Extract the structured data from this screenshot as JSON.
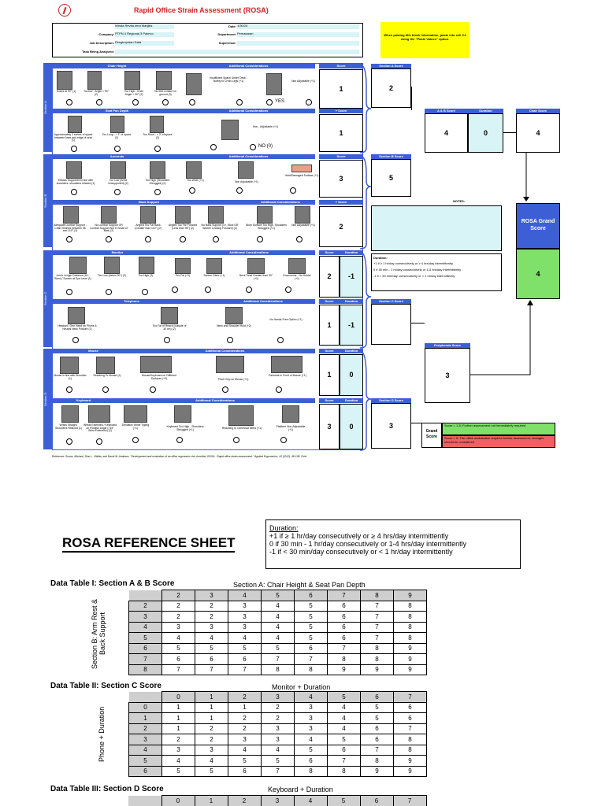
{
  "doc": {
    "title": "Rapid Office Strain Assessment (ROSA)",
    "reference": "Reference: Sonne, Michael, Dino L. Villalta, and David M. Andrews. \"Development and evaluation of an office ergonomic risk checklist: ROSA - Rapid office strain assessment.\" Applied Ergonomics, 43 (2012): 98-108. Print."
  },
  "info": {
    "evaluator_label": "Evaluator:",
    "evaluator": "Winda Revita Imut Manjiks",
    "company_label": "Company:",
    "company": "PTPN 4 Regional 3 Palmco",
    "job_label": "Job Description:",
    "job": "Pengimputan Data",
    "task_label": "Task Being Analyzed:",
    "task": "",
    "date_label": "Date:",
    "date": "1/30/24",
    "department_label": "Department:",
    "department": "Pemasaran",
    "supervisor_label": "Supervisor:",
    "supervisor": ""
  },
  "note": "When pasting title block information, paste into cell C4 using the \"Paste Values\" option.",
  "sections": {
    "a": "Section A",
    "b": "Section B",
    "c": "Section C",
    "d": "Section D"
  },
  "headers": {
    "chair_height": "Chair Height",
    "seat_pan": "Seat Pan Depth",
    "armrests": "Armrests",
    "back_support": "Back Support",
    "monitor": "Monitor",
    "telephone": "Telephone",
    "mouse": "Mouse",
    "keyboard": "Keyboard",
    "add": "Additional Considerations",
    "score": "Score",
    "plus_score": "+ Score",
    "duration": "Duration"
  },
  "captions": {
    "ch1": "Knees at 90° (1)",
    "ch2": "Too low - Angle < 90° (2)",
    "ch3": "Too High - Knee Angle > 90° (2)",
    "ch4": "No feet contact on ground (3)",
    "ch5": "Insufficient Space Under Desk - Notbly to Cross Legs (+1)",
    "ch6": "Non Adjustable (+1)",
    "yes": "YES",
    "sp1": "Approximately 3 inches of space between knee and edge of seat (1)",
    "sp2": "Too Long - < 3\" of space (2)",
    "sp3": "Too Short - > 3\" of space (2)",
    "sp4": "Non - Adjustable (+1)",
    "no0": "NO (0)",
    "ar1": "Elbows Supported in line with shoulders, shoulders relaxed (1)",
    "ar2": "Too Low (Arms Unsupported) (2)",
    "ar3": "Too High (Shoulders Shrugged) (2)",
    "ar4": "Too Wide (+1)",
    "ar5": "Non Adjustable (+1)",
    "ar6": "Hard/Damaged Surface (+1)",
    "bs1": "Adequate Lumbar Support - Chair reclined between 95 and 110° (1)",
    "bs2": "No Lumbar Support OR Lumbar Support Not in Small of Back (2)",
    "bs3": "Angled Too Far Back (Greater than 110°) (2)",
    "bs4": "Angled Too Far Forward (Less than 95°) (2)",
    "bs5": "No Back Support (i.e. Stool OR Worker Leaning Forward) (2)",
    "bs6": "Work Surface Too High, Shoulders Shrugged (+1)",
    "bs7": "Non Adjustable (+1)",
    "mo1": "Arm's Length Distance (40-75cm) / Screen at Eye Level (1)",
    "mo2": "Too Low (below 30°) (2)",
    "mo3": "Too High (3)",
    "mo4": "Too Far (+1)",
    "mo5": "Screen Glare (+1)",
    "mo6": "Neck Twist Greater than 30° (+1)",
    "mo7": "Documents - No Holder (+1)",
    "te1": "Headset / One Hand on Phone & Neutral Neck Posture (1)",
    "te2": "Too Far of Reach (outside of 30 cm) (2)",
    "te3": "Neck and Shoulder Hold (+2)",
    "te4": "No Hands-Free Option (+1)",
    "ms1": "Mouse in line with Shoulder (1)",
    "ms2": "Reaching To Mouse (2)",
    "ms3": "Mouse/Keyboard on Different Surfaces (+2)",
    "ms4": "Pinch Grip on Mouse (+1)",
    "ms5": "Palmrest in Front of Mouse (+1)",
    "kb1": "Wrists Straight, Shoulders Relaxed (1)",
    "kb2": "Wrists Extended / Keyboard on Positive Angle (>15° Wrist Extension) (2)",
    "kb3": "Deviation While Typing (+1)",
    "kb4": "Keyboard Too High - Shoulders Shrugged (+1)",
    "kb5": "Reaching to Overhead Items (+1)",
    "kb6": "Platform Non-Adjustable (+1)"
  },
  "scores": {
    "chair": "1",
    "seatpan": "1",
    "arm": "3",
    "back": "2",
    "monitor": "2",
    "monitor_dur": "-1",
    "phone": "1",
    "phone_dur": "-1",
    "mouse": "1",
    "mouse_dur": "0",
    "keyboard": "3",
    "keyboard_dur": "0"
  },
  "right": {
    "sec_a_label": "Section A Score",
    "sec_a": "2",
    "ab_label": "A & B Score",
    "ab": "4",
    "dur_label": "Duration",
    "dur": "0",
    "chair_label": "Chair Score",
    "chair": "4",
    "sec_b_label": "Section B Score",
    "sec_b": "5",
    "notes_label": "NOTES:",
    "rosa_label": "ROSA Grand Score",
    "rosa": "4",
    "sec_c_label": "Section C Score",
    "sec_c": "",
    "periph_label": "Peripherals Score",
    "periph": "3",
    "sec_d_label": "Section D Score",
    "sec_d": "3",
    "dur_title": "Duration:",
    "dur1": "+1 if ≥ 1 hr/day consecutively or ≥ 4 hrs/day intermittently",
    "dur2": "0 if 30 min - 1 hr/day consecutively or 1-4 hrs/day intermittently",
    "dur3": "-1 if < 30 min/day consecutively or < 1 hr/day intermittently",
    "grand": "Grand Score",
    "legend1": "Score = 1-5: Further assessment not immediately required",
    "legend2": "Score > 5: The office workstation requires further assessment, changes should be considered"
  },
  "ref": {
    "title": "ROSA REFERENCE SHEET",
    "dur_title": "Duration:",
    "dur1": "+1 if ≥ 1 hr/day consecutively or ≥ 4 hrs/day intermittently",
    "dur2": "0 if 30 min - 1 hr/day consecutively or 1-4 hrs/day intermittently",
    "dur3": "-1 if < 30 min/day consecutively or < 1 hr/day intermittently",
    "t1_title": "Data Table I: Section A & B Score",
    "t1_col": "Section A: Chair Height & Seat Pan Depth",
    "t1_row": "Section B: Arm Rest & Back Support",
    "t1_head": [
      "2",
      "3",
      "4",
      "5",
      "6",
      "7",
      "8",
      "9"
    ],
    "t1_rows": [
      [
        "2",
        "2",
        "2",
        "3",
        "4",
        "5",
        "6",
        "7",
        "8"
      ],
      [
        "3",
        "2",
        "2",
        "3",
        "4",
        "5",
        "6",
        "7",
        "8"
      ],
      [
        "4",
        "3",
        "3",
        "3",
        "4",
        "5",
        "6",
        "7",
        "8"
      ],
      [
        "5",
        "4",
        "4",
        "4",
        "4",
        "5",
        "6",
        "7",
        "8"
      ],
      [
        "6",
        "5",
        "5",
        "5",
        "5",
        "6",
        "7",
        "8",
        "9"
      ],
      [
        "7",
        "6",
        "6",
        "6",
        "7",
        "7",
        "8",
        "8",
        "9"
      ],
      [
        "8",
        "7",
        "7",
        "7",
        "8",
        "8",
        "9",
        "9",
        "9"
      ]
    ],
    "t2_title": "Data Table II: Section C Score",
    "t2_col": "Monitor + Duration",
    "t2_row": "Phone + Duration",
    "t2_head": [
      "0",
      "1",
      "2",
      "3",
      "4",
      "5",
      "6",
      "7"
    ],
    "t2_rows": [
      [
        "0",
        "1",
        "1",
        "1",
        "2",
        "3",
        "4",
        "5",
        "6"
      ],
      [
        "1",
        "1",
        "1",
        "2",
        "2",
        "3",
        "4",
        "5",
        "6"
      ],
      [
        "2",
        "1",
        "2",
        "2",
        "3",
        "3",
        "4",
        "6",
        "7"
      ],
      [
        "3",
        "2",
        "2",
        "3",
        "3",
        "4",
        "5",
        "6",
        "8"
      ],
      [
        "4",
        "3",
        "3",
        "4",
        "4",
        "5",
        "6",
        "7",
        "8"
      ],
      [
        "5",
        "4",
        "4",
        "5",
        "5",
        "6",
        "7",
        "8",
        "9"
      ],
      [
        "6",
        "5",
        "5",
        "6",
        "7",
        "8",
        "8",
        "9",
        "9"
      ]
    ],
    "t3_title": "Data Table III: Section D Score",
    "t3_col": "Keyboard + Duration",
    "t3_head": [
      "0",
      "1",
      "2",
      "3",
      "4",
      "5",
      "6",
      "7"
    ]
  }
}
